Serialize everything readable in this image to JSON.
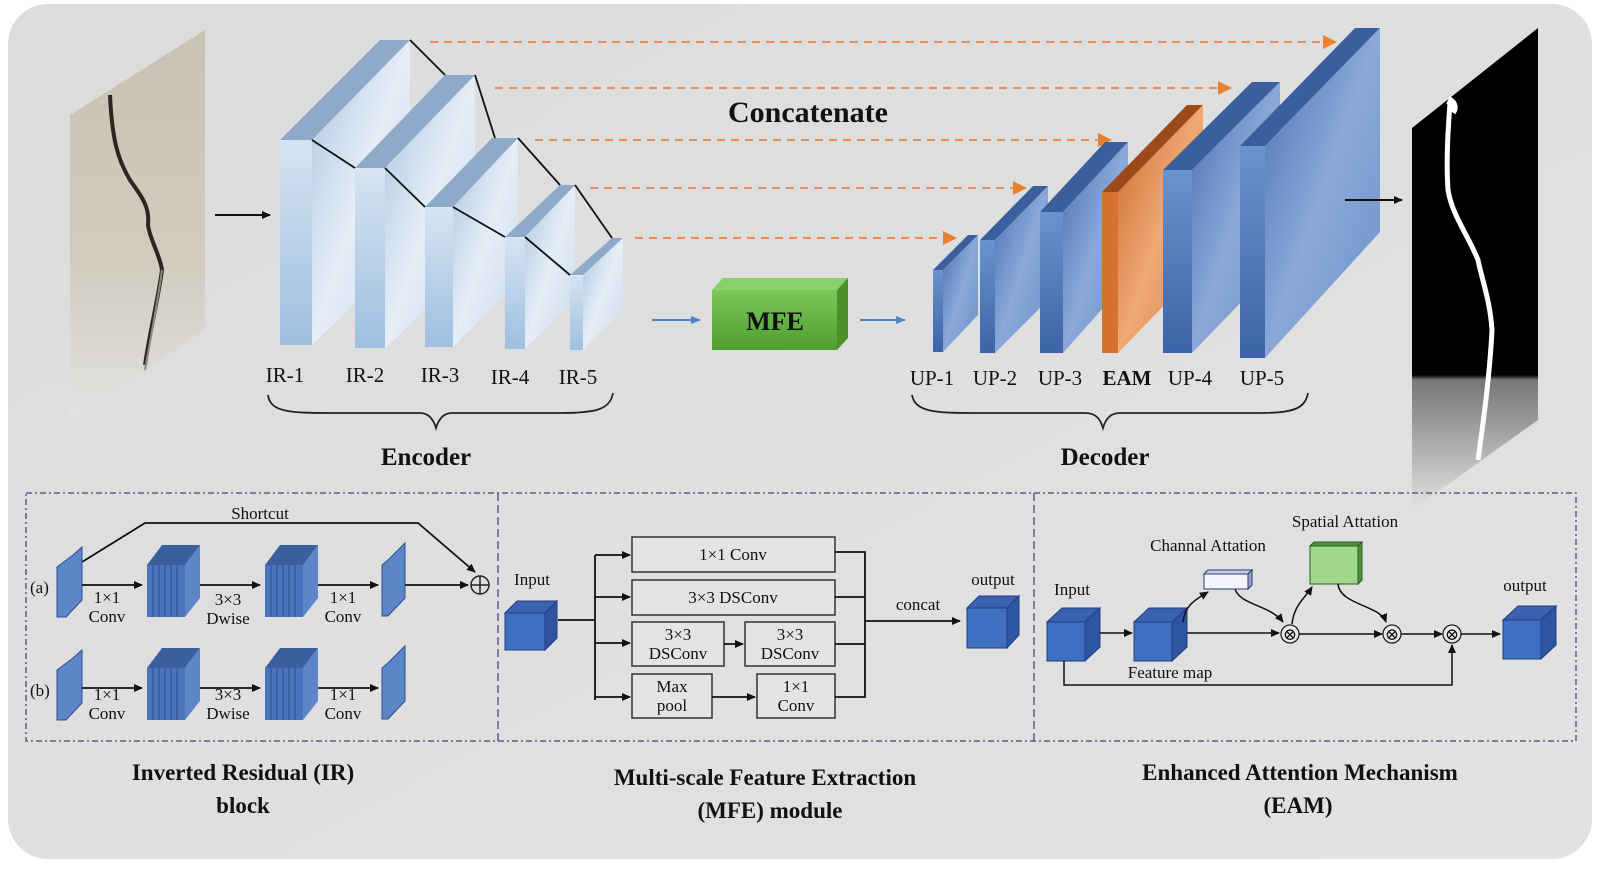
{
  "title": "Concatenate",
  "encoder": {
    "label": "Encoder",
    "blocks": [
      "IR-1",
      "IR-2",
      "IR-3",
      "IR-4",
      "IR-5"
    ]
  },
  "bottleneck": {
    "label": "MFE",
    "color": "#5fb23a"
  },
  "decoder": {
    "label": "Decoder",
    "blocks": [
      "UP-1",
      "UP-2",
      "UP-3",
      "EAM",
      "UP-4",
      "UP-5"
    ],
    "highlight": "EAM",
    "highlight_color": "#d9823e"
  },
  "colors": {
    "encoder_block": "#b9cfe6",
    "decoder_block": "#5b86c4",
    "skip_arrow": "#e8884a",
    "module_block": "#3f6fc0",
    "spatial_attention": "#9fd88a"
  },
  "ir_block": {
    "caption_line1": "Inverted Residual (IR)",
    "caption_line2": "block",
    "shortcut_label": "Shortcut",
    "row_a_label": "(a)",
    "row_b_label": "(b)",
    "ops": [
      {
        "line1": "1×1",
        "line2": "Conv"
      },
      {
        "line1": "3×3",
        "line2": "Dwise"
      },
      {
        "line1": "1×1",
        "line2": "Conv"
      }
    ],
    "add_symbol": "⊕"
  },
  "mfe_module": {
    "caption_line1": "Multi-scale Feature Extraction",
    "caption_line2": "(MFE) module",
    "input_label": "Input",
    "output_label": "output",
    "concat_label": "concat",
    "branches": {
      "b1": "1×1 Conv",
      "b2": "3×3 DSConv",
      "b3a": [
        "3×3",
        "DSConv"
      ],
      "b3b": [
        "3×3",
        "DSConv"
      ],
      "b4a": [
        "Max",
        "pool"
      ],
      "b4b": [
        "1×1",
        "Conv"
      ]
    }
  },
  "eam_module": {
    "caption_line1": "Enhanced Attention Mechanism",
    "caption_line2": "(EAM)",
    "input_label": "Input",
    "output_label": "output",
    "feature_map_label": "Feature map",
    "channel_attention_label": "Channal Attation",
    "spatial_attention_label": "Spatial Attation",
    "multiply_symbol": "⊗"
  }
}
